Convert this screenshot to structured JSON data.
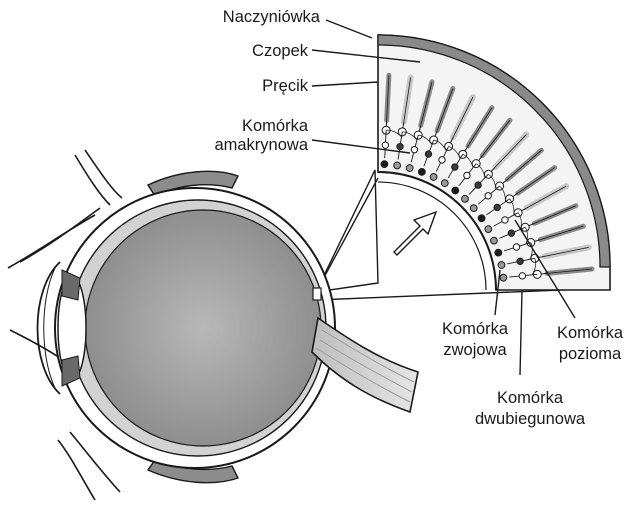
{
  "labels": {
    "choroid": "Naczyniówka",
    "cone": "Czopek",
    "rod": "Pręcik",
    "amacrine_1": "Komórka",
    "amacrine_2": "amakrynowa",
    "ganglion_1": "Komórka",
    "ganglion_2": "zwojowa",
    "horizontal_1": "Komórka",
    "horizontal_2": "pozioma",
    "bipolar_1": "Komórka",
    "bipolar_2": "dwubiegunowa"
  },
  "colors": {
    "outline": "#1a1a1a",
    "sclera": "#ffffff",
    "retina_gray": "#9a9a9a",
    "light_gray": "#d6d6d6",
    "mid_gray": "#7a7a7a",
    "dark_gray": "#3a3a3a",
    "background": "#ffffff"
  },
  "icons": {
    "light_arrow": "arrow-up-right-icon"
  }
}
